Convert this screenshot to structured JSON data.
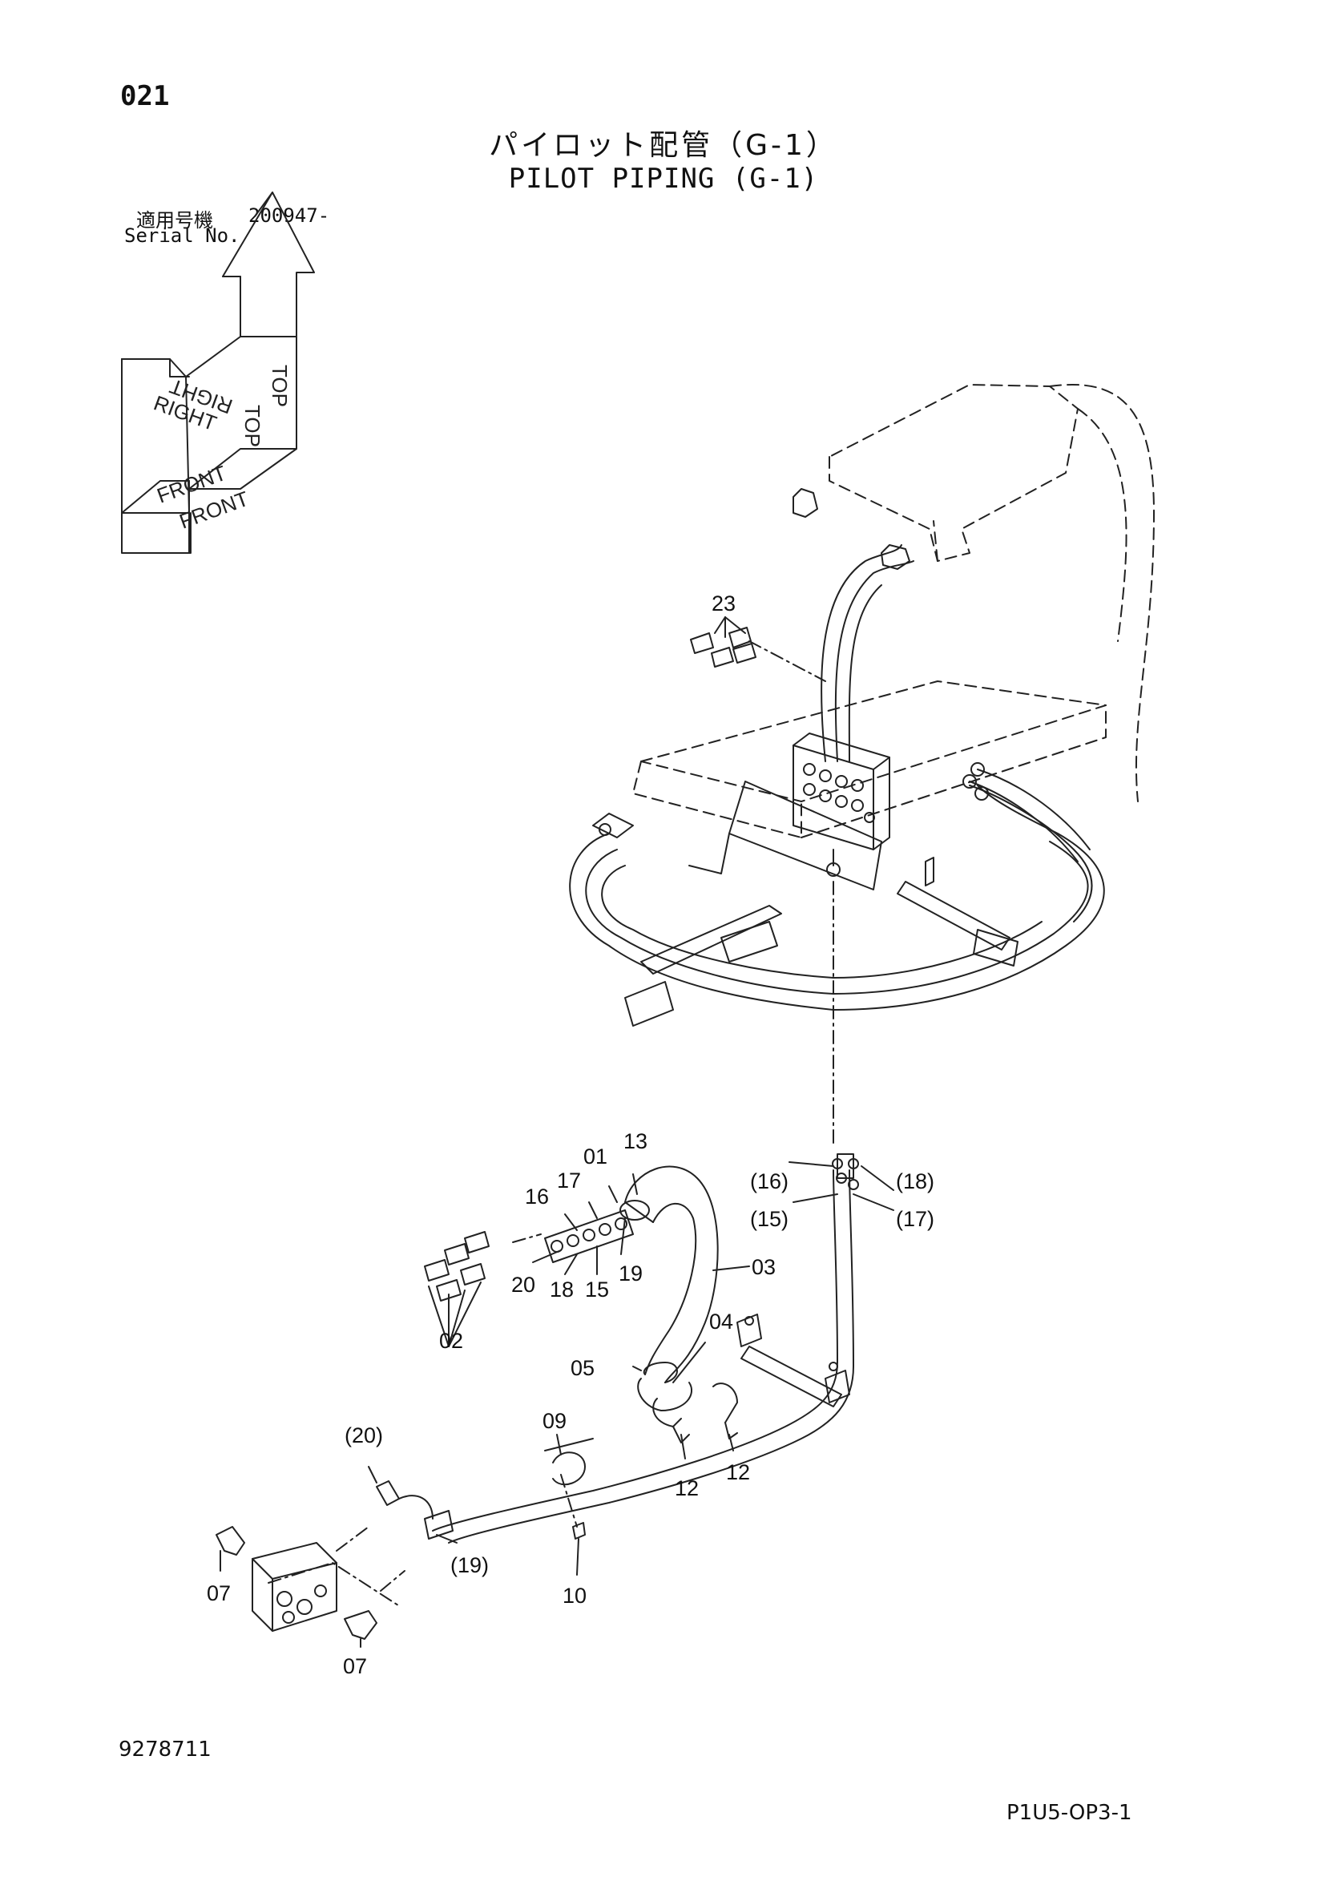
{
  "header": {
    "page_number": "021",
    "title_jp": "パイロット配管（G-1）",
    "title_en": "PILOT PIPING (G-1)",
    "serial_label_jp": "適用号機",
    "serial_value": "200947-",
    "serial_label_en": "Serial No."
  },
  "orientation_labels": {
    "top_1": "TOP",
    "top_2": "TOP",
    "right_1": "RIGHT",
    "right_2": "RIGHT",
    "front_1": "FRONT",
    "front_2": "FRONT"
  },
  "callouts": {
    "c23": "23",
    "c13": "13",
    "c01": "01",
    "c17": "17",
    "c16": "16",
    "c19": "19",
    "c20": "20",
    "c18": "18",
    "c15": "15",
    "c03": "03",
    "c02": "02",
    "c04": "04",
    "c05": "05",
    "c09": "09",
    "c12a": "12",
    "c12b": "12",
    "c16p": "(16)",
    "c18p": "(18)",
    "c15p": "(15)",
    "c17p": "(17)",
    "c20p": "(20)",
    "c19p": "(19)",
    "c07a": "07",
    "c07b": "07",
    "c10": "10"
  },
  "footer": {
    "document_number": "9278711",
    "page_code": "P1U5-OP3-1"
  }
}
